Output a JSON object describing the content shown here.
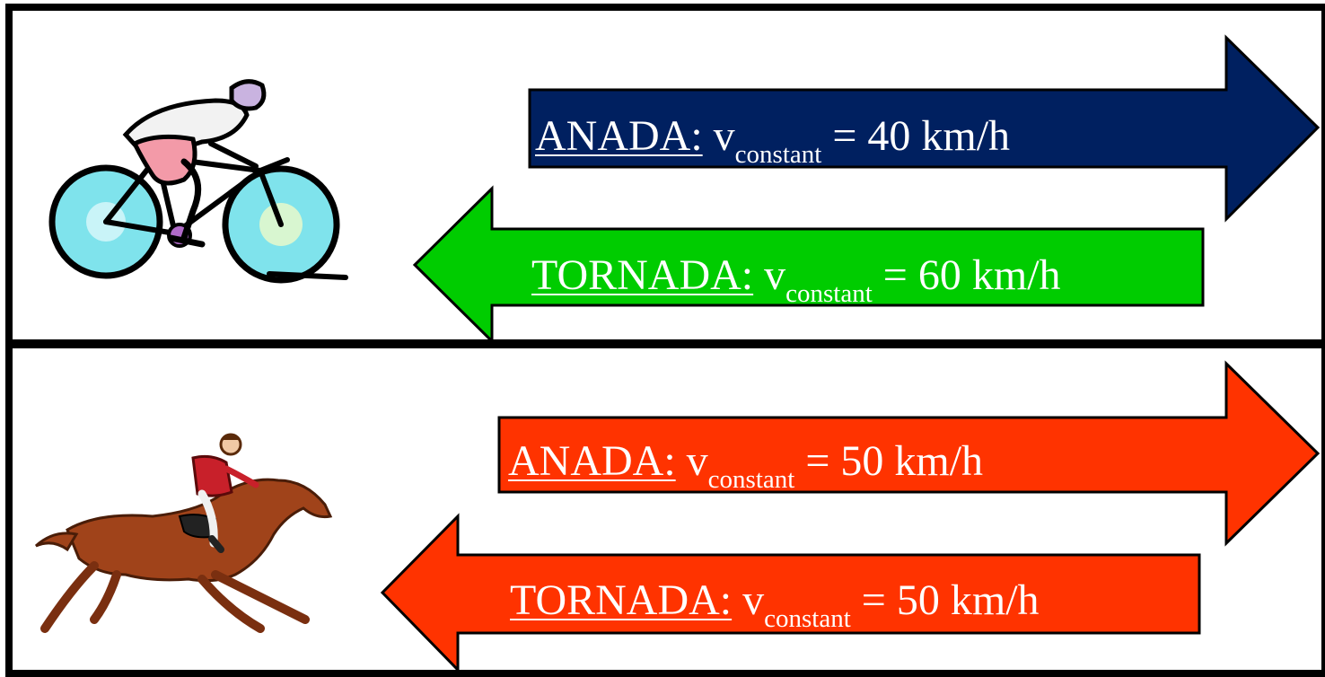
{
  "panels": [
    {
      "rider": "cyclist",
      "go": {
        "key": "ANADA:",
        "var": "v",
        "sub": "constant",
        "rest": "= 40 km/h",
        "fill": "#002060",
        "text_color": "#ffffff"
      },
      "back": {
        "key": "TORNADA:",
        "var": "v",
        "sub": "constant",
        "rest": "= 60 km/h",
        "fill": "#00cc00",
        "text_color": "#ffffff"
      }
    },
    {
      "rider": "horse-rider",
      "go": {
        "key": "ANADA:",
        "var": "v",
        "sub": "constant",
        "rest": "= 50 km/h",
        "fill": "#ff3300",
        "text_color": "#ffffff"
      },
      "back": {
        "key": "TORNADA:",
        "var": "v",
        "sub": "constant",
        "rest": "= 50 km/h",
        "fill": "#ff3300",
        "text_color": "#ffffff"
      }
    }
  ]
}
